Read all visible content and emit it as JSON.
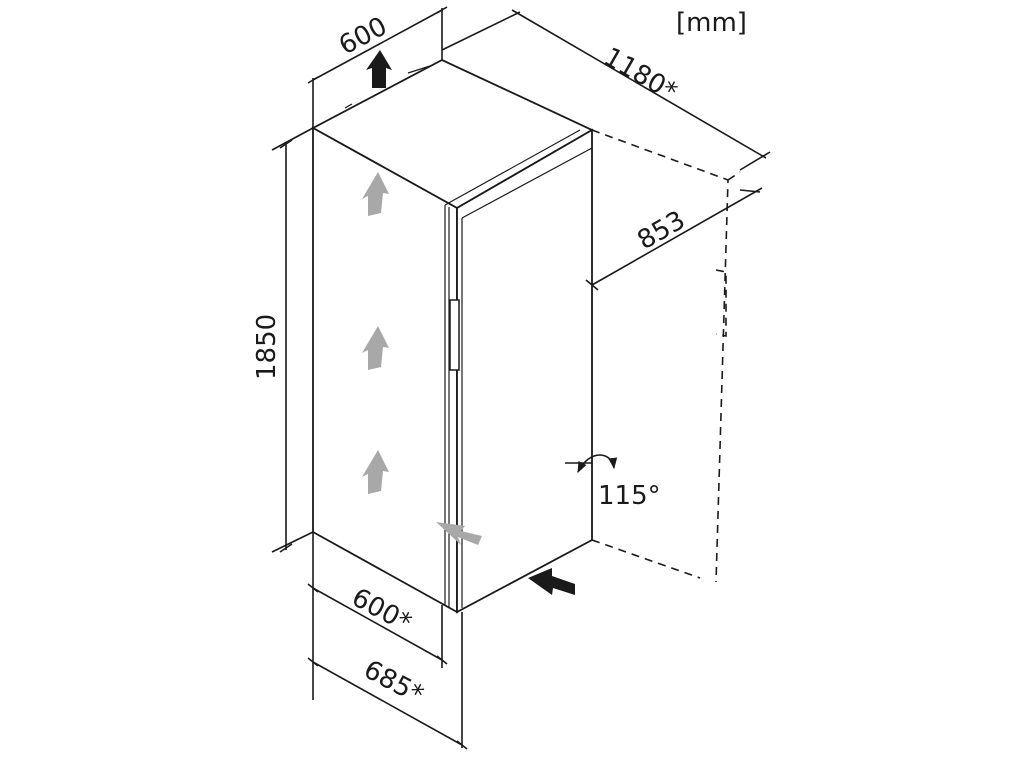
{
  "units_label": "[mm]",
  "dimensions": {
    "top_width": "600",
    "total_depth": "1180*",
    "door_depth": "853",
    "height": "1850",
    "bottom_width": "600*",
    "bottom_depth": "685*",
    "door_angle": "115°"
  },
  "colors": {
    "line": "#1a1a1a",
    "airflow_arrow": "#a8a8a8",
    "dark_arrow": "#1a1a1a"
  },
  "icons": [
    "airflow-arrow-icon",
    "air-outlet-arrow-icon",
    "air-inlet-arrow-icon",
    "door-swing-icon"
  ]
}
